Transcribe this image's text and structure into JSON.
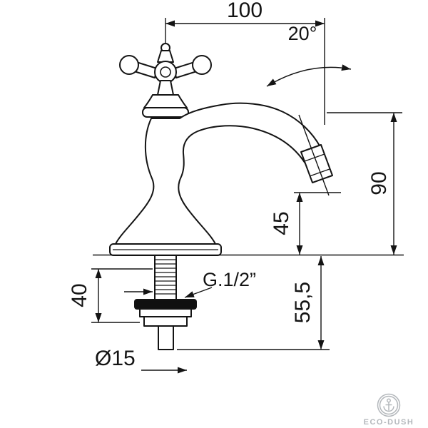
{
  "drawing": {
    "type": "technical-drawing",
    "subject": "classic cross-handle pillar basin tap, side elevation with dimensions",
    "dims": {
      "top_width": "100",
      "spout_angle": "20°",
      "overall_height": "90",
      "spout_outlet_height": "45",
      "under_counter_height": "55,5",
      "shank_length": "40",
      "thread_size": "G.1/2”",
      "stub_diameter": "Ø15"
    },
    "logo": {
      "brand": "ECO-DUSH"
    }
  },
  "colors": {
    "line": "#141414",
    "background": "#ffffff",
    "watermark": "#b4b8bc"
  }
}
